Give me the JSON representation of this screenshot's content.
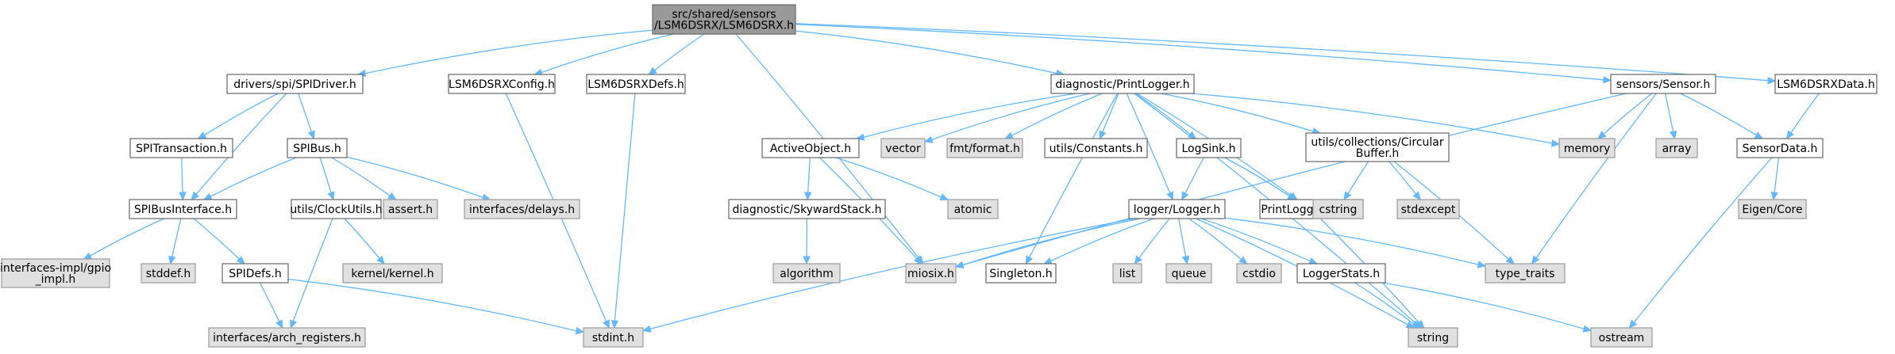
{
  "colors": {
    "root_fill": "#999999",
    "root_stroke": "#666666",
    "project_fill": "#ffffff",
    "project_stroke": "#666666",
    "external_fill": "#e0e0e0",
    "external_stroke": "#999999",
    "edge": "#63b8ff"
  },
  "nodes": [
    {
      "id": "root",
      "kind": "root",
      "lines": [
        "src/shared/sensors",
        "/LSM6DSRX/LSM6DSRX.h"
      ]
    },
    {
      "id": "spidriver",
      "kind": "project",
      "lines": [
        "drivers/spi/SPIDriver.h"
      ]
    },
    {
      "id": "lsmconfig",
      "kind": "project",
      "lines": [
        "LSM6DSRXConfig.h"
      ]
    },
    {
      "id": "lsmdefs",
      "kind": "project",
      "lines": [
        "LSM6DSRXDefs.h"
      ]
    },
    {
      "id": "printlogger",
      "kind": "project",
      "lines": [
        "diagnostic/PrintLogger.h"
      ]
    },
    {
      "id": "sensor",
      "kind": "project",
      "lines": [
        "sensors/Sensor.h"
      ]
    },
    {
      "id": "lsmdata",
      "kind": "project",
      "lines": [
        "LSM6DSRXData.h"
      ]
    },
    {
      "id": "spitransaction",
      "kind": "project",
      "lines": [
        "SPITransaction.h"
      ]
    },
    {
      "id": "spibus",
      "kind": "project",
      "lines": [
        "SPIBus.h"
      ]
    },
    {
      "id": "spibusinterface",
      "kind": "project",
      "lines": [
        "SPIBusInterface.h"
      ]
    },
    {
      "id": "clockutils",
      "kind": "project",
      "lines": [
        "utils/ClockUtils.h"
      ]
    },
    {
      "id": "asserth",
      "kind": "external",
      "lines": [
        "assert.h"
      ]
    },
    {
      "id": "delays",
      "kind": "external",
      "lines": [
        "interfaces/delays.h"
      ]
    },
    {
      "id": "gpioimpl",
      "kind": "external",
      "lines": [
        "interfaces-impl/gpio",
        "_impl.h"
      ]
    },
    {
      "id": "stddef",
      "kind": "external",
      "lines": [
        "stddef.h"
      ]
    },
    {
      "id": "spidefs",
      "kind": "project",
      "lines": [
        "SPIDefs.h"
      ]
    },
    {
      "id": "kernel",
      "kind": "external",
      "lines": [
        "kernel/kernel.h"
      ]
    },
    {
      "id": "archregs",
      "kind": "external",
      "lines": [
        "interfaces/arch_registers.h"
      ]
    },
    {
      "id": "stdint",
      "kind": "external",
      "lines": [
        "stdint.h"
      ]
    },
    {
      "id": "miosix",
      "kind": "external",
      "lines": [
        "miosix.h"
      ]
    },
    {
      "id": "activeobject",
      "kind": "project",
      "lines": [
        "ActiveObject.h"
      ]
    },
    {
      "id": "vector",
      "kind": "external",
      "lines": [
        "vector"
      ]
    },
    {
      "id": "fmtformat",
      "kind": "external",
      "lines": [
        "fmt/format.h"
      ]
    },
    {
      "id": "constants",
      "kind": "project",
      "lines": [
        "utils/Constants.h"
      ]
    },
    {
      "id": "logsink",
      "kind": "project",
      "lines": [
        "LogSink.h"
      ]
    },
    {
      "id": "circbuffer",
      "kind": "project",
      "lines": [
        "utils/collections/Circular",
        "Buffer.h"
      ]
    },
    {
      "id": "memory",
      "kind": "external",
      "lines": [
        "memory"
      ]
    },
    {
      "id": "array",
      "kind": "external",
      "lines": [
        "array"
      ]
    },
    {
      "id": "sensordata",
      "kind": "project",
      "lines": [
        "SensorData.h"
      ]
    },
    {
      "id": "skywardstack",
      "kind": "project",
      "lines": [
        "diagnostic/SkywardStack.h"
      ]
    },
    {
      "id": "atomic",
      "kind": "external",
      "lines": [
        "atomic"
      ]
    },
    {
      "id": "logger",
      "kind": "project",
      "lines": [
        "logger/Logger.h"
      ]
    },
    {
      "id": "printloggerdata",
      "kind": "project",
      "lines": [
        "PrintLoggerData.h"
      ]
    },
    {
      "id": "cstring",
      "kind": "external",
      "lines": [
        "cstring"
      ]
    },
    {
      "id": "stdexcept",
      "kind": "external",
      "lines": [
        "stdexcept"
      ]
    },
    {
      "id": "eigencore",
      "kind": "external",
      "lines": [
        "Eigen/Core"
      ]
    },
    {
      "id": "algorithm",
      "kind": "external",
      "lines": [
        "algorithm"
      ]
    },
    {
      "id": "singleton",
      "kind": "project",
      "lines": [
        "Singleton.h"
      ]
    },
    {
      "id": "list",
      "kind": "external",
      "lines": [
        "list"
      ]
    },
    {
      "id": "queue",
      "kind": "external",
      "lines": [
        "queue"
      ]
    },
    {
      "id": "cstdio",
      "kind": "external",
      "lines": [
        "cstdio"
      ]
    },
    {
      "id": "loggerstats",
      "kind": "project",
      "lines": [
        "LoggerStats.h"
      ]
    },
    {
      "id": "typetraits",
      "kind": "external",
      "lines": [
        "type_traits"
      ]
    },
    {
      "id": "string",
      "kind": "external",
      "lines": [
        "string"
      ]
    },
    {
      "id": "ostream",
      "kind": "external",
      "lines": [
        "ostream"
      ]
    }
  ],
  "edges": [
    [
      "root",
      "spidriver"
    ],
    [
      "root",
      "lsmconfig"
    ],
    [
      "root",
      "lsmdefs"
    ],
    [
      "root",
      "miosix"
    ],
    [
      "root",
      "printlogger"
    ],
    [
      "root",
      "sensor"
    ],
    [
      "root",
      "lsmdata"
    ],
    [
      "spidriver",
      "spitransaction"
    ],
    [
      "spidriver",
      "spibus"
    ],
    [
      "spidriver",
      "spibusinterface"
    ],
    [
      "spitransaction",
      "spibusinterface"
    ],
    [
      "spibus",
      "spibusinterface"
    ],
    [
      "spibus",
      "clockutils"
    ],
    [
      "spibus",
      "asserth"
    ],
    [
      "spibus",
      "delays"
    ],
    [
      "spibusinterface",
      "gpioimpl"
    ],
    [
      "spibusinterface",
      "stddef"
    ],
    [
      "spibusinterface",
      "spidefs"
    ],
    [
      "clockutils",
      "kernel"
    ],
    [
      "clockutils",
      "archregs"
    ],
    [
      "spidefs",
      "archregs"
    ],
    [
      "spidefs",
      "stdint"
    ],
    [
      "lsmconfig",
      "stdint"
    ],
    [
      "lsmdefs",
      "stdint"
    ],
    [
      "printlogger",
      "activeobject"
    ],
    [
      "printlogger",
      "vector"
    ],
    [
      "printlogger",
      "fmtformat"
    ],
    [
      "printlogger",
      "constants"
    ],
    [
      "printlogger",
      "logsink"
    ],
    [
      "printlogger",
      "circbuffer"
    ],
    [
      "printlogger",
      "memory"
    ],
    [
      "printlogger",
      "singleton"
    ],
    [
      "printlogger",
      "logger"
    ],
    [
      "printlogger",
      "printloggerdata"
    ],
    [
      "printlogger",
      "string"
    ],
    [
      "activeobject",
      "skywardstack"
    ],
    [
      "activeobject",
      "atomic"
    ],
    [
      "activeobject",
      "miosix"
    ],
    [
      "skywardstack",
      "algorithm"
    ],
    [
      "logsink",
      "logger"
    ],
    [
      "logsink",
      "printloggerdata"
    ],
    [
      "circbuffer",
      "cstring"
    ],
    [
      "circbuffer",
      "stdexcept"
    ],
    [
      "circbuffer",
      "typetraits"
    ],
    [
      "logger",
      "miosix"
    ],
    [
      "logger",
      "singleton"
    ],
    [
      "logger",
      "list"
    ],
    [
      "logger",
      "queue"
    ],
    [
      "logger",
      "cstdio"
    ],
    [
      "logger",
      "loggerstats"
    ],
    [
      "logger",
      "typetraits"
    ],
    [
      "logger",
      "string"
    ],
    [
      "logger",
      "stdint"
    ],
    [
      "printloggerdata",
      "string"
    ],
    [
      "loggerstats",
      "string"
    ],
    [
      "loggerstats",
      "ostream"
    ],
    [
      "sensor",
      "miosix"
    ],
    [
      "sensor",
      "memory"
    ],
    [
      "sensor",
      "array"
    ],
    [
      "sensor",
      "typetraits"
    ],
    [
      "sensor",
      "sensordata"
    ],
    [
      "lsmdata",
      "sensordata"
    ],
    [
      "sensordata",
      "eigencore"
    ],
    [
      "sensordata",
      "ostream"
    ]
  ]
}
